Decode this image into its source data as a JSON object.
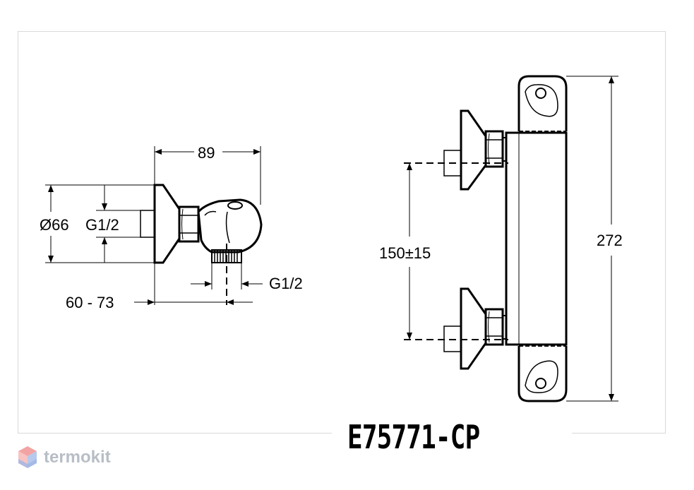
{
  "dimensions": {
    "width_89": "89",
    "dia_66": "Ø66",
    "thread_left": "G1/2",
    "thread_bottom": "G1/2",
    "depth_range": "60 - 73",
    "spacing": "150±15",
    "height": "272"
  },
  "model_code": "E75771-CP",
  "watermark": {
    "brand": "termokit",
    "logo_icon": "termokit-cube-logo"
  },
  "colors": {
    "line": "#000000",
    "frame": "#d9d9d9",
    "watermark": "#b8bec6",
    "logo_red": "#f2a3a3",
    "logo_blue": "#b7c9ec"
  }
}
